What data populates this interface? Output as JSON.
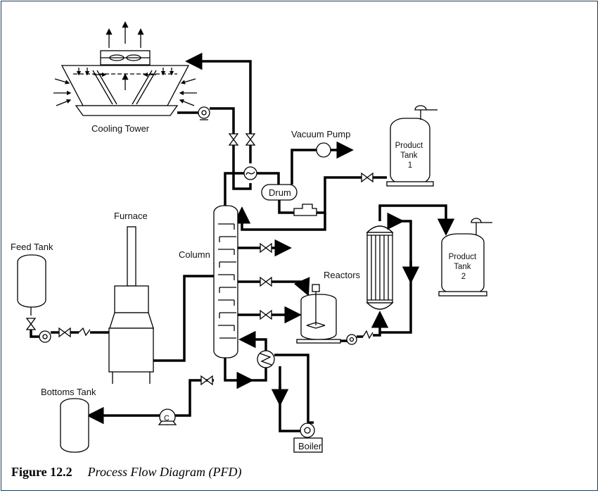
{
  "labels": {
    "cooling_tower": "Cooling Tower",
    "vacuum_pump": "Vacuum Pump",
    "drum": "Drum",
    "product_tank_1": [
      "Product",
      "Tank",
      "1"
    ],
    "product_tank_2": [
      "Product",
      "Tank",
      "2"
    ],
    "furnace": "Furnace",
    "feed_tank": "Feed Tank",
    "column": "Column",
    "reactors": "Reactors",
    "bottoms_tank": "Bottoms Tank",
    "boiler": "Boiler",
    "pump_letter": "C"
  },
  "caption": {
    "figure": "Figure 12.2",
    "title": "Process Flow Diagram (PFD)"
  }
}
